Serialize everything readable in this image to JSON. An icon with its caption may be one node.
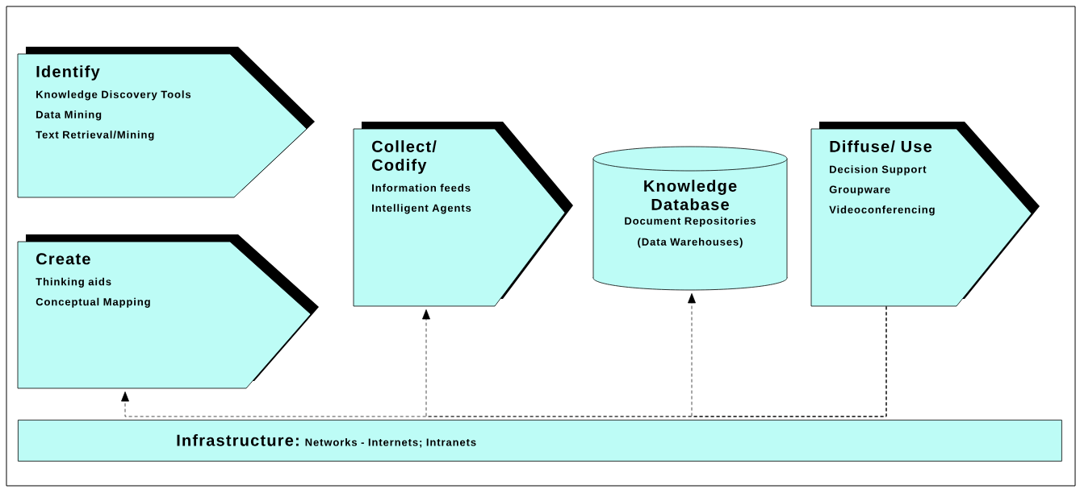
{
  "diagram": {
    "nodes": [
      {
        "text": [
          "Identify",
          "Knowledge Discovery Tools",
          "Data Mining",
          "Text Retrieval/Mining"
        ]
      },
      {
        "text": [
          "Create",
          "Thinking aids",
          "Conceptual Mapping"
        ]
      },
      {
        "text": [
          "Collect/ Codify",
          "Information feeds",
          "Intelligent Agents"
        ]
      },
      {
        "text": [
          "Knowledge Database",
          "Document Repositories",
          "(Data Warehouses)"
        ]
      },
      {
        "text": [
          "Diffuse/ Use",
          "Decision Support",
          "Groupware",
          "Videoconferencing"
        ]
      },
      {
        "text": [
          "Infrastructure:",
          "Networks - Internets; Intranets"
        ]
      }
    ],
    "edges": [
      {
        "from": 4,
        "to": 1,
        "arrow": "to",
        "style": "dashed"
      },
      {
        "from": 4,
        "to": 2,
        "arrow": "to",
        "style": "dashed"
      },
      {
        "from": 4,
        "to": 3,
        "arrow": "to",
        "style": "dashed"
      }
    ]
  }
}
